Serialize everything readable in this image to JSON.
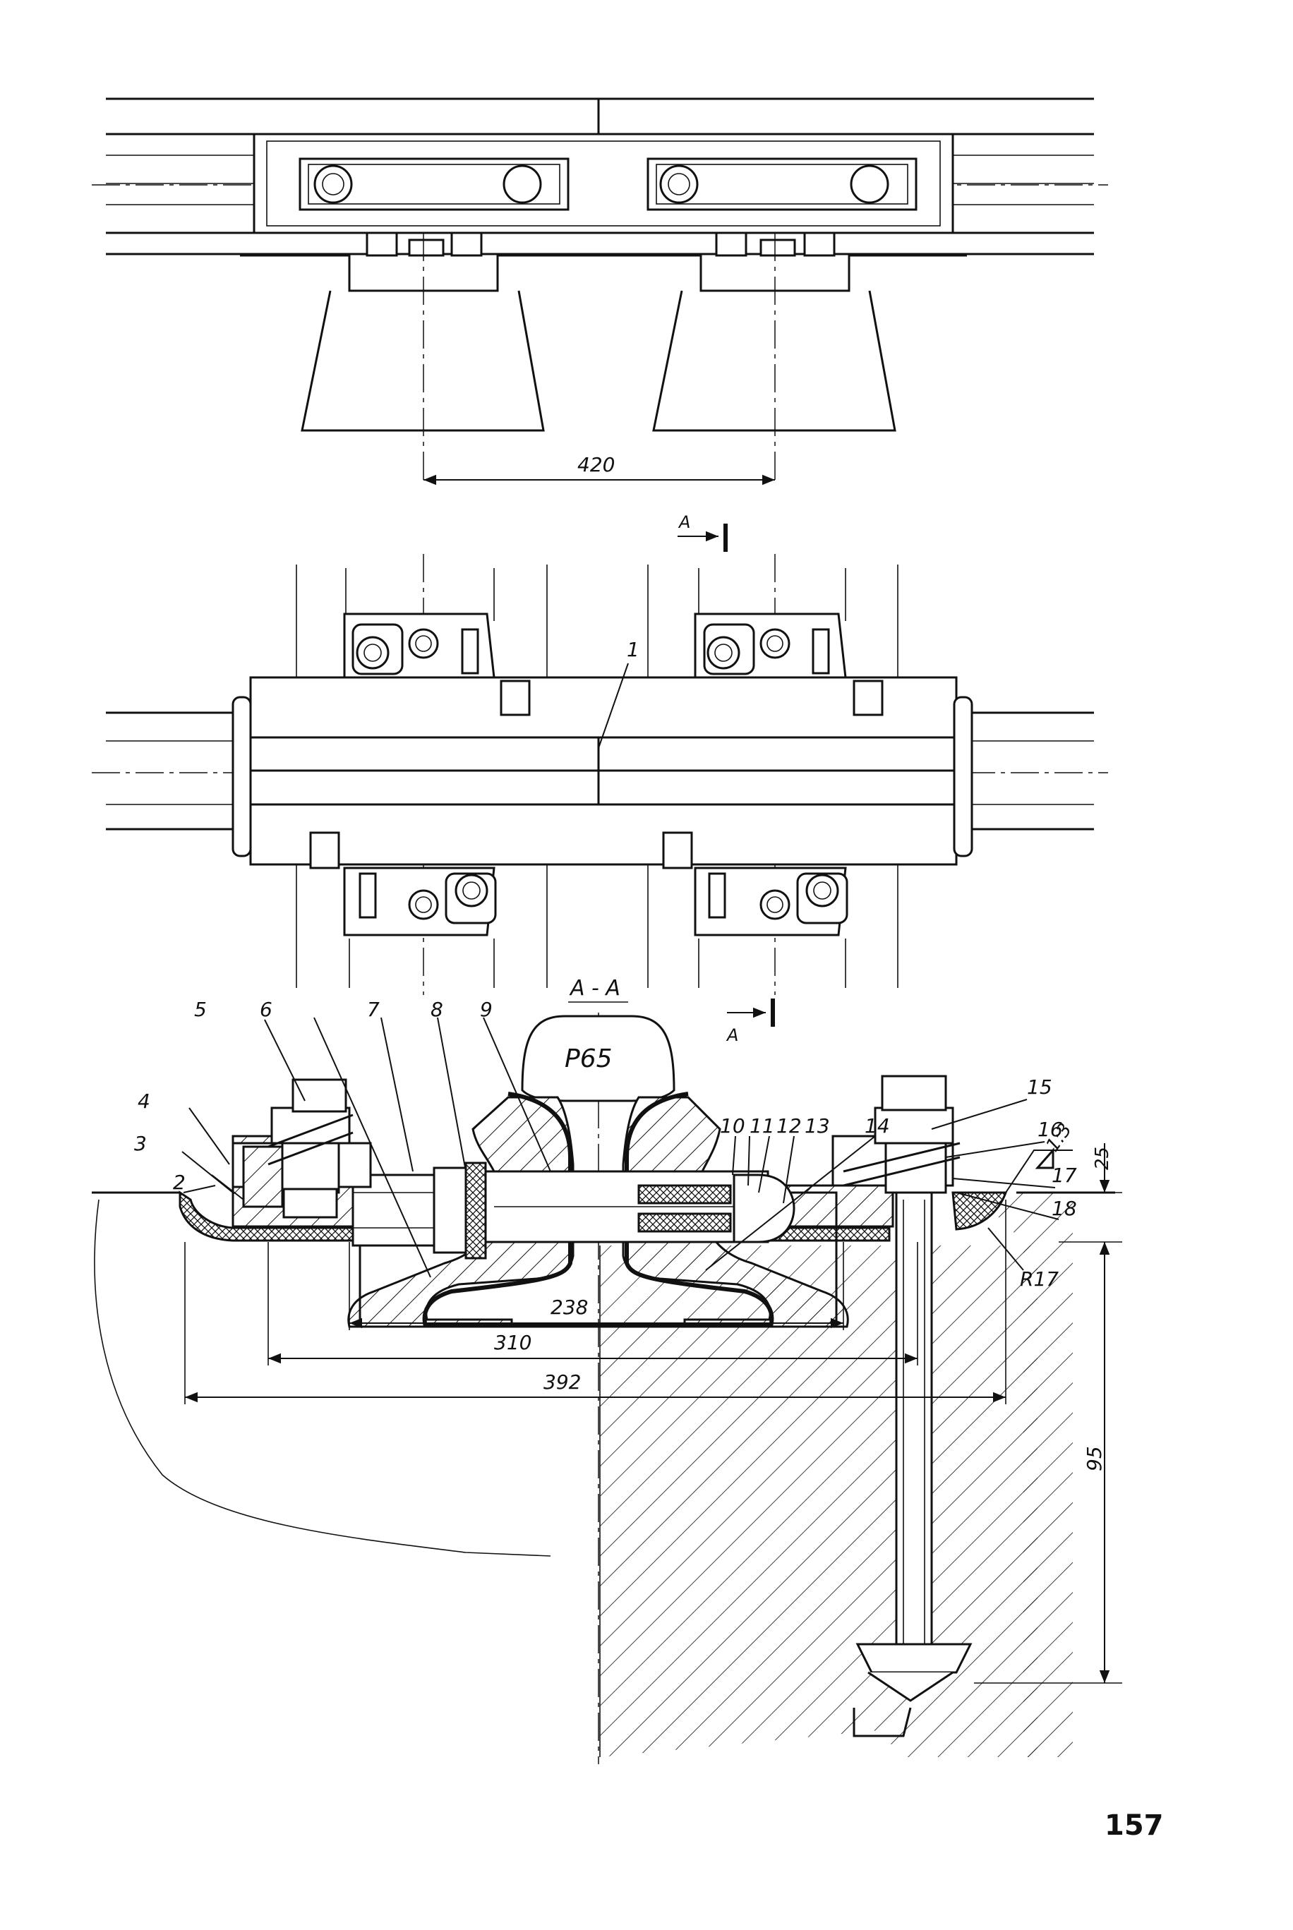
{
  "view_section": "A - A",
  "section_mark": "A",
  "rail_type": "Р65",
  "dimensions": {
    "spacing": "420",
    "d238": "238",
    "d310": "310",
    "d392": "392",
    "d25": "25",
    "d95": "95",
    "radius": "R17",
    "slope": "1:3"
  },
  "callouts": [
    "1",
    "2",
    "3",
    "4",
    "5",
    "6",
    "7",
    "8",
    "9",
    "10",
    "11",
    "12",
    "13",
    "14",
    "15",
    "16",
    "17",
    "18"
  ],
  "page_number": "157"
}
